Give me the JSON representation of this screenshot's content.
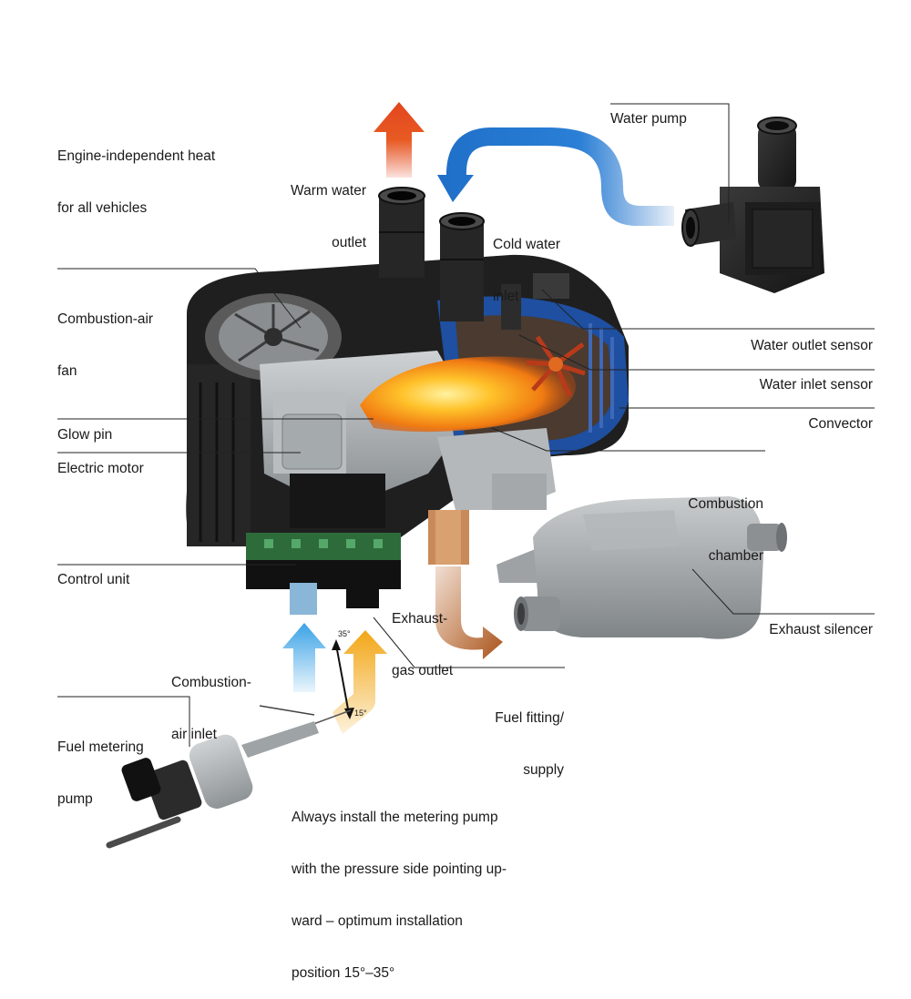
{
  "intro": {
    "line1": "Engine-independent heat",
    "line2": "for all vehicles"
  },
  "labels": {
    "warm_water_outlet": [
      "Warm water",
      "outlet"
    ],
    "cold_water_inlet": [
      "Cold water",
      "inlet"
    ],
    "water_pump": "Water pump",
    "combustion_air_fan": [
      "Combustion-air",
      "fan"
    ],
    "water_outlet_sensor": "Water outlet sensor",
    "water_inlet_sensor": "Water inlet sensor",
    "convector": "Convector",
    "glow_pin": "Glow pin",
    "electric_motor": "Electric motor",
    "combustion_chamber": [
      "Combustion",
      "chamber"
    ],
    "control_unit": "Control unit",
    "exhaust_gas_outlet": [
      "Exhaust-",
      "gas outlet"
    ],
    "exhaust_silencer": "Exhaust silencer",
    "combustion_air_inlet": [
      "Combustion-",
      "air inlet"
    ],
    "fuel_fitting_supply": [
      "Fuel fitting/",
      "supply"
    ],
    "fuel_metering_pump": [
      "Fuel metering",
      "pump"
    ]
  },
  "angles": {
    "upper": "35°",
    "lower": "15°"
  },
  "note": {
    "line1": "Always install the metering pump",
    "line2": "with the pressure side pointing up-",
    "line3": "ward – optimum installation",
    "line4": "position 15°–35°"
  },
  "colors": {
    "warm_arrow": "#e2461e",
    "cold_arrow": "#1f6fc8",
    "air_arrow": "#3aa2e6",
    "fuel_arrow": "#f2a615",
    "exhaust_arrow": "#b35a1c",
    "housing": "#2a2a2a",
    "flame": "#f6a21a",
    "convector": "#1e4fa0",
    "leader_line": "#222222"
  }
}
